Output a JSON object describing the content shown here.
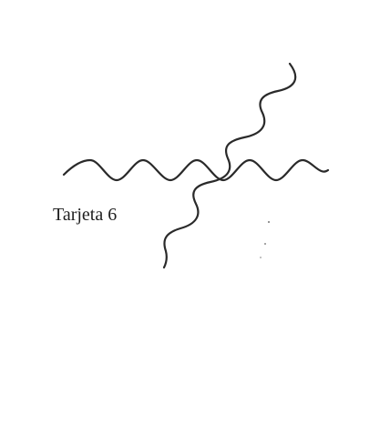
{
  "card": {
    "label": "Tarjeta 6"
  },
  "colors": {
    "background": "#ffffff",
    "stroke": "#2a2a2a",
    "speck": "#8a8a8a"
  },
  "lines": [
    {
      "name": "horizontal-wavy-line",
      "orientation": "horizontal"
    },
    {
      "name": "diagonal-wavy-line",
      "orientation": "diagonal"
    }
  ]
}
